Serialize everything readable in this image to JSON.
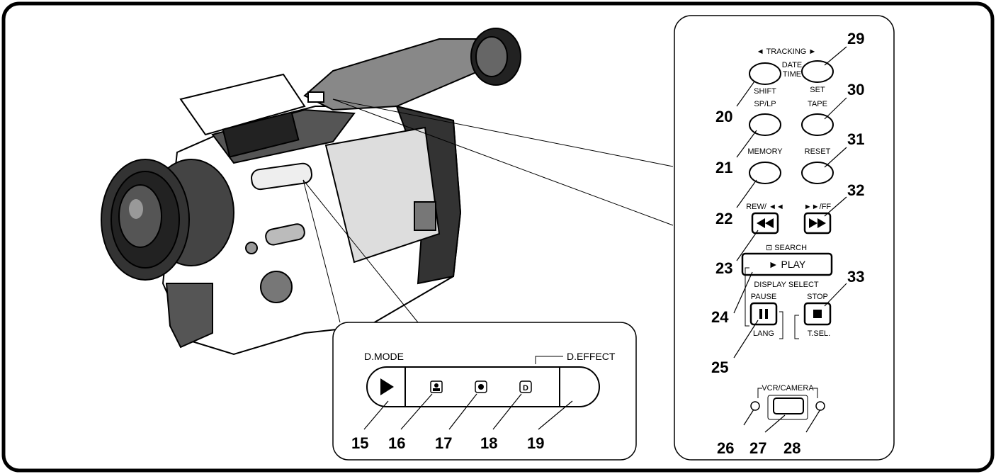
{
  "tracking_label": "◄ TRACKING ►",
  "date_time_top": "DATE",
  "date_time_bottom": "TIME",
  "shift_label": "SHIFT",
  "set_label": "SET",
  "sp_lp_label": "SP/LP",
  "tape_label": "TAPE",
  "memory_label": "MEMORY",
  "reset_label": "RESET",
  "rew_label": "REW/ ◄◄",
  "ff_label": "►►/FF",
  "search_label": "⊡ SEARCH",
  "play_label": "► PLAY",
  "display_select_label": "DISPLAY SELECT",
  "pause_label": "PAUSE",
  "stop_label": "STOP",
  "lang_label": "LANG",
  "tsel_label": "T.SEL.",
  "vcr_camera_label": "VCR/CAMERA",
  "d_mode_label": "D.MODE",
  "d_effect_label": "D.EFFECT",
  "callouts": {
    "n15": "15",
    "n16": "16",
    "n17": "17",
    "n18": "18",
    "n19": "19",
    "n20": "20",
    "n21": "21",
    "n22": "22",
    "n23": "23",
    "n24": "24",
    "n25": "25",
    "n26": "26",
    "n27": "27",
    "n28": "28",
    "n29": "29",
    "n30": "30",
    "n31": "31",
    "n32": "32",
    "n33": "33"
  }
}
